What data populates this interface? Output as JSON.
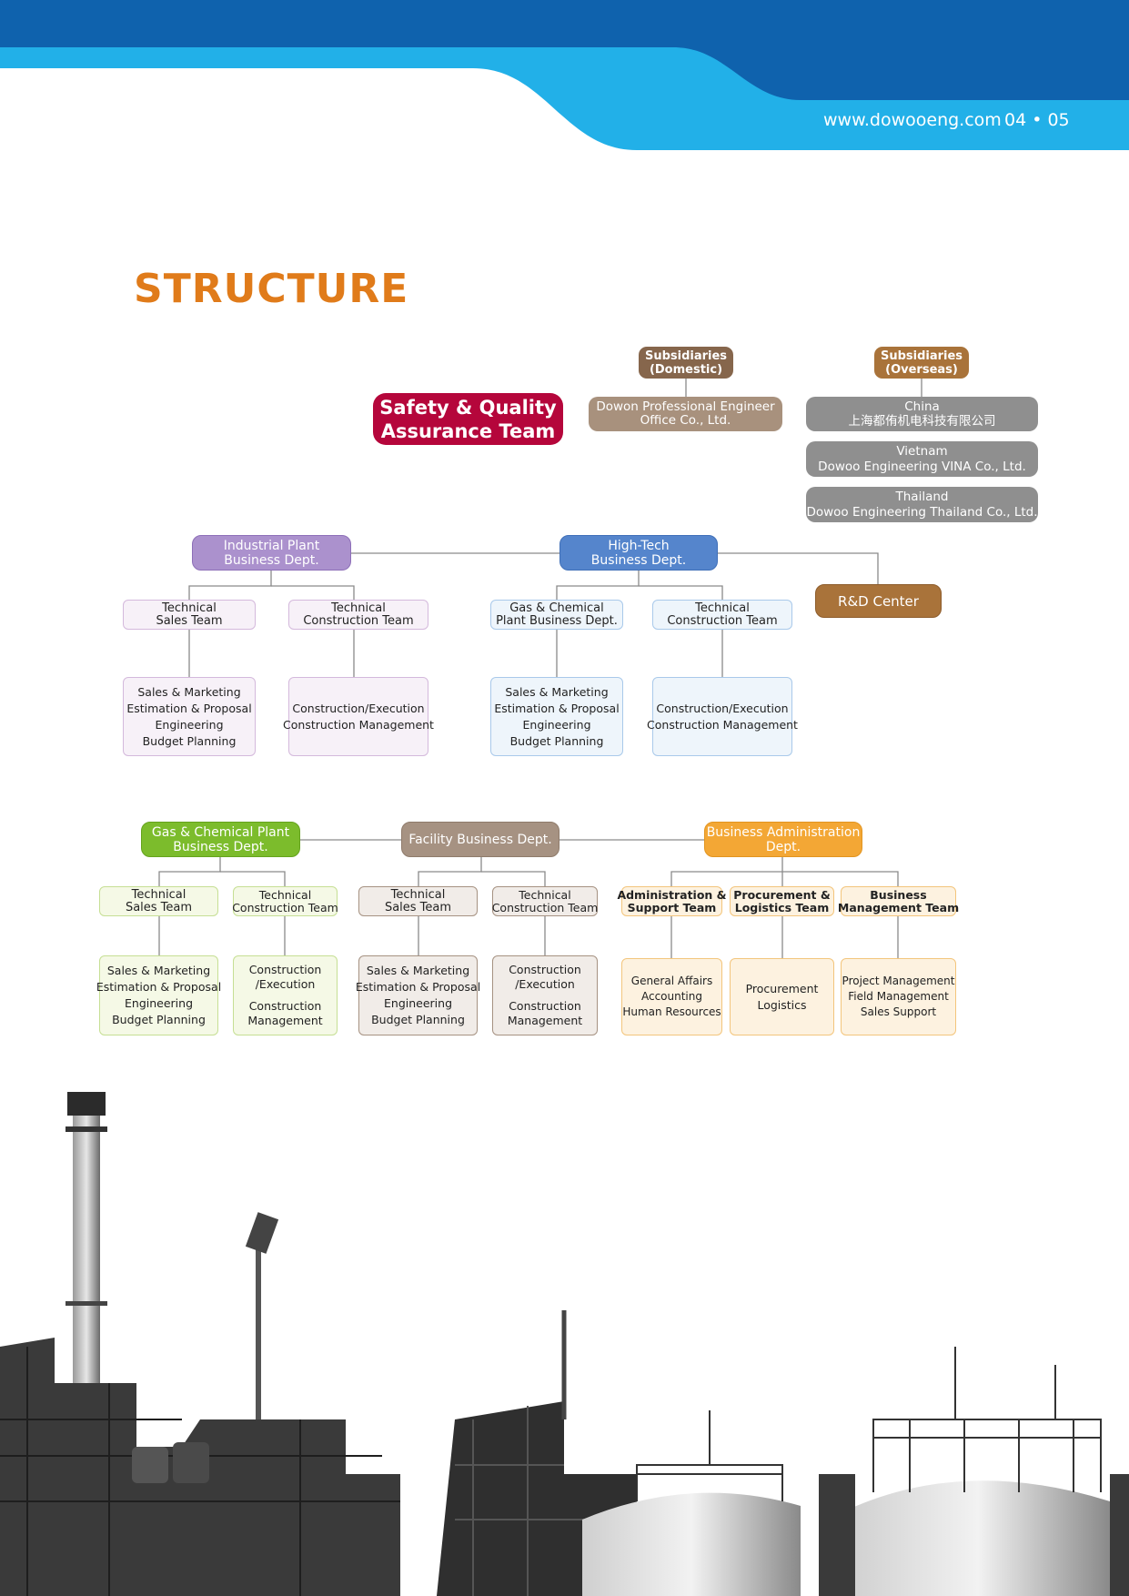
{
  "header": {
    "url": "www.dowooeng.com",
    "pages": "04 • 05"
  },
  "title": "STRUCTURE",
  "safety": {
    "lines": [
      "Safety & Quality",
      "Assurance Team"
    ]
  },
  "subsidiaries": {
    "domestic_label": [
      "Subsidiaries",
      "(Domestic)"
    ],
    "domestic_company": [
      "Dowon Professional Engineer",
      "Office Co., Ltd."
    ],
    "overseas_label": [
      "Subsidiaries",
      "(Overseas)"
    ],
    "china": [
      "China",
      "上海都侑机电科技有限公司"
    ],
    "vietnam": [
      "Vietnam",
      "Dowoo Engineering VINA Co., Ltd."
    ],
    "thailand": [
      "Thailand",
      "Dowoo Engineering Thailand Co., Ltd."
    ]
  },
  "rd_center": "R&D Center",
  "industrial": {
    "dept": [
      "Industrial Plant",
      "Business Dept."
    ],
    "team1": [
      "Technical",
      "Sales Team"
    ],
    "team2": [
      "Technical",
      "Construction Team"
    ],
    "func1": [
      "Sales & Marketing",
      "Estimation & Proposal",
      "Engineering",
      "Budget Planning"
    ],
    "func2": [
      "Construction/Execution",
      "Construction Management"
    ]
  },
  "hightech": {
    "dept": [
      "High-Tech",
      "Business Dept."
    ],
    "team1": [
      "Gas & Chemical",
      "Plant Business Dept."
    ],
    "team2": [
      "Technical",
      "Construction Team"
    ],
    "func1": [
      "Sales & Marketing",
      "Estimation & Proposal",
      "Engineering",
      "Budget Planning"
    ],
    "func2": [
      "Construction/Execution",
      "Construction Management"
    ]
  },
  "gas": {
    "dept": [
      "Gas & Chemical Plant",
      "Business Dept."
    ],
    "team1": [
      "Technical",
      "Sales Team"
    ],
    "team2": [
      "Technical",
      "Construction Team"
    ],
    "func1": [
      "Sales & Marketing",
      "Estimation & Proposal",
      "Engineering",
      "Budget Planning"
    ],
    "func2": [
      "Construction",
      "/Execution",
      "Construction",
      "Management"
    ]
  },
  "facility": {
    "dept": [
      "Facility Business Dept."
    ],
    "team1": [
      "Technical",
      "Sales Team"
    ],
    "team2": [
      "Technical",
      "Construction Team"
    ],
    "func1": [
      "Sales & Marketing",
      "Estimation & Proposal",
      "Engineering",
      "Budget Planning"
    ],
    "func2": [
      "Construction",
      "/Execution",
      "Construction",
      "Management"
    ]
  },
  "admin": {
    "dept": [
      "Business Administration",
      "Dept."
    ],
    "team1": [
      "Administration &",
      "Support Team"
    ],
    "team2": [
      "Procurement &",
      "Logistics Team"
    ],
    "team3": [
      "Business",
      "Management Team"
    ],
    "func1": [
      "General Affairs",
      "Accounting",
      "Human Resources"
    ],
    "func2": [
      "Procurement",
      "Logistics"
    ],
    "func3": [
      "Project Management",
      "Field Management",
      "Sales Support"
    ]
  },
  "colors": {
    "header_dark": "#0f62ad",
    "header_light": "#22b0e8",
    "title": "#e07b1a",
    "safety": "#b5063b",
    "sub_label": "#86664c",
    "domestic": "#a8917d",
    "overseas": "#8f8f8f",
    "rd": "#a9733a",
    "industrial": "#ab91cd",
    "hightech": "#5585cc",
    "gas": "#7cbc2c",
    "facility": "#a69282",
    "admin": "#f3a735"
  }
}
